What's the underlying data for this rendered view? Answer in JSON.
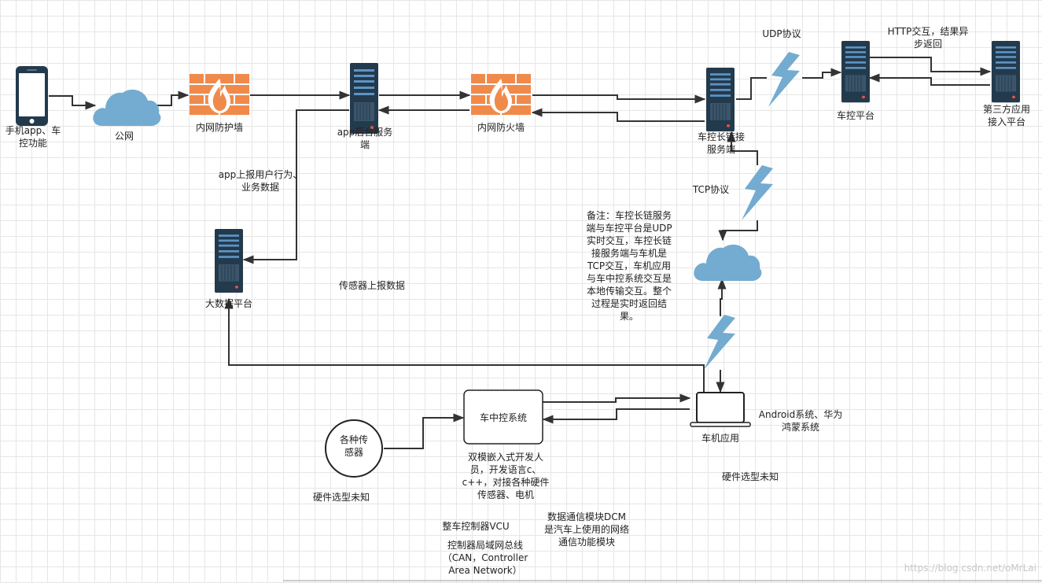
{
  "colors": {
    "cloud": "#74abd0",
    "bolt": "#74abd0",
    "firewall": "#f08a4b",
    "server_dark": "#233a4d",
    "server_bar": "#5d94c4",
    "line": "#333333",
    "grid": "#e6e6e6"
  },
  "nodes": {
    "phone": "手机app、车\n控功能",
    "internet": "公网",
    "firewall1": "内网防护墙",
    "app_backend": "app后台服务\n端",
    "firewall2": "内网防火墙",
    "long_link": "车控长链接\n服务端",
    "control_platform": "车控平台",
    "third_party": "第三方应用\n接入平台",
    "bigdata": "大数据平台",
    "head_unit": "车中控系统",
    "sensors": "各种传\n感器",
    "car_app": "车机应用"
  },
  "edge_labels": {
    "udp": "UDP协议",
    "http": "HTTP交互，结果异\n步返回",
    "tcp": "TCP协议",
    "app_report": "app上报用户行为、\n业务数据",
    "sensor_report": "传感器上报数据"
  },
  "notes": {
    "remark": "备注：车控长链服务\n端与车控平台是UDP\n实时交互，车控长链\n接服务端与车机是\nTCP交互，车机应用\n与车中控系统交互是\n本地传输交互。整个\n过程是实时返回结\n果。",
    "android": "Android系统、华为\n鸿蒙系统",
    "hw_unknown_right": "硬件选型未知",
    "hw_unknown_left": "硬件选型未知",
    "embedded_dev": "双模嵌入式开发人\n员，开发语言c、\nc++，对接各种硬件\n传感器、电机",
    "vcu": "整车控制器VCU",
    "dcm": "数据通信模块DCM\n是汽车上使用的网络\n通信功能模块",
    "can": "控制器局域网总线\n（CAN，Controller\nArea Network）"
  },
  "watermark": "https://blog.csdn.net/oMrLai"
}
